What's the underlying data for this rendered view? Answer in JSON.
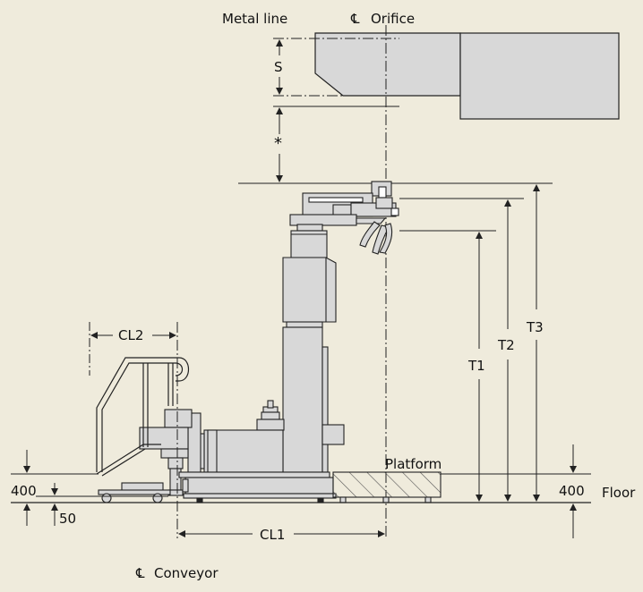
{
  "labels": {
    "metal_line": "Metal line",
    "orifice": "Orifice",
    "cl_symbol": "℄",
    "conveyor": "Conveyor",
    "s": "S",
    "asterisk": "*",
    "cl2": "CL2",
    "cl1": "CL1",
    "t1": "T1",
    "t2": "T2",
    "t3": "T3",
    "platform": "Platform",
    "floor": "Floor",
    "dim_400_left": "400",
    "dim_400_right": "400",
    "dim_50": "50"
  },
  "colors": {
    "background": "#efebdc",
    "machine_fill": "#d8d8d8",
    "line": "#222222"
  }
}
